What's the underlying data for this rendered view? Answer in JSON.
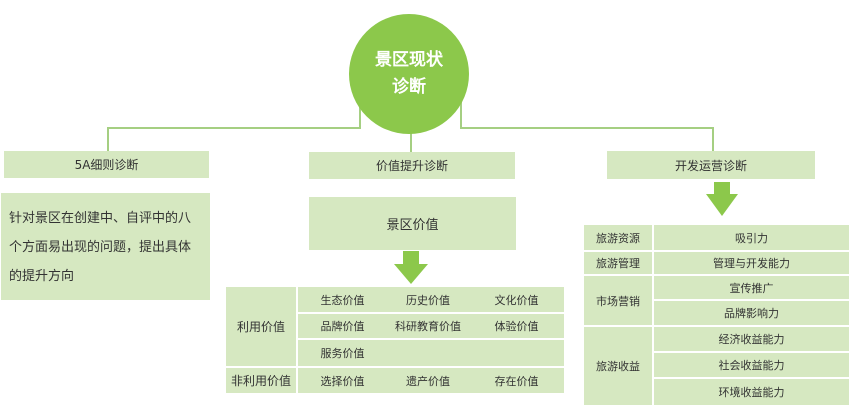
{
  "center": {
    "line1": "景区现状",
    "line2": "诊断"
  },
  "branches": {
    "left": {
      "title": "5A细则诊断",
      "description": "针对景区在创建中、自评中的八个方面易出现的问题，提出具体的提升方向"
    },
    "middle": {
      "title": "价值提升诊断",
      "sub": "景区价值"
    },
    "right": {
      "title": "开发运营诊断"
    }
  },
  "value_table": {
    "group1_label": "利用价值",
    "group1_items": [
      "生态价值",
      "历史价值",
      "文化价值",
      "品牌价值",
      "科研教育价值",
      "体验价值",
      "服务价值"
    ],
    "group2_label": "非利用价值",
    "group2_items": [
      "选择价值",
      "遗产价值",
      "存在价值"
    ]
  },
  "ops_table": [
    {
      "category": "旅游资源",
      "items": [
        "吸引力"
      ]
    },
    {
      "category": "旅游管理",
      "items": [
        "管理与开发能力"
      ]
    },
    {
      "category": "市场营销",
      "items": [
        "宣传推广",
        "品牌影响力"
      ]
    },
    {
      "category": "旅游收益",
      "items": [
        "经济收益能力",
        "社会收益能力",
        "环境收益能力"
      ]
    }
  ],
  "colors": {
    "accent": "#8cc84b",
    "box": "#d6e8c1",
    "connector": "#a5cf82"
  }
}
